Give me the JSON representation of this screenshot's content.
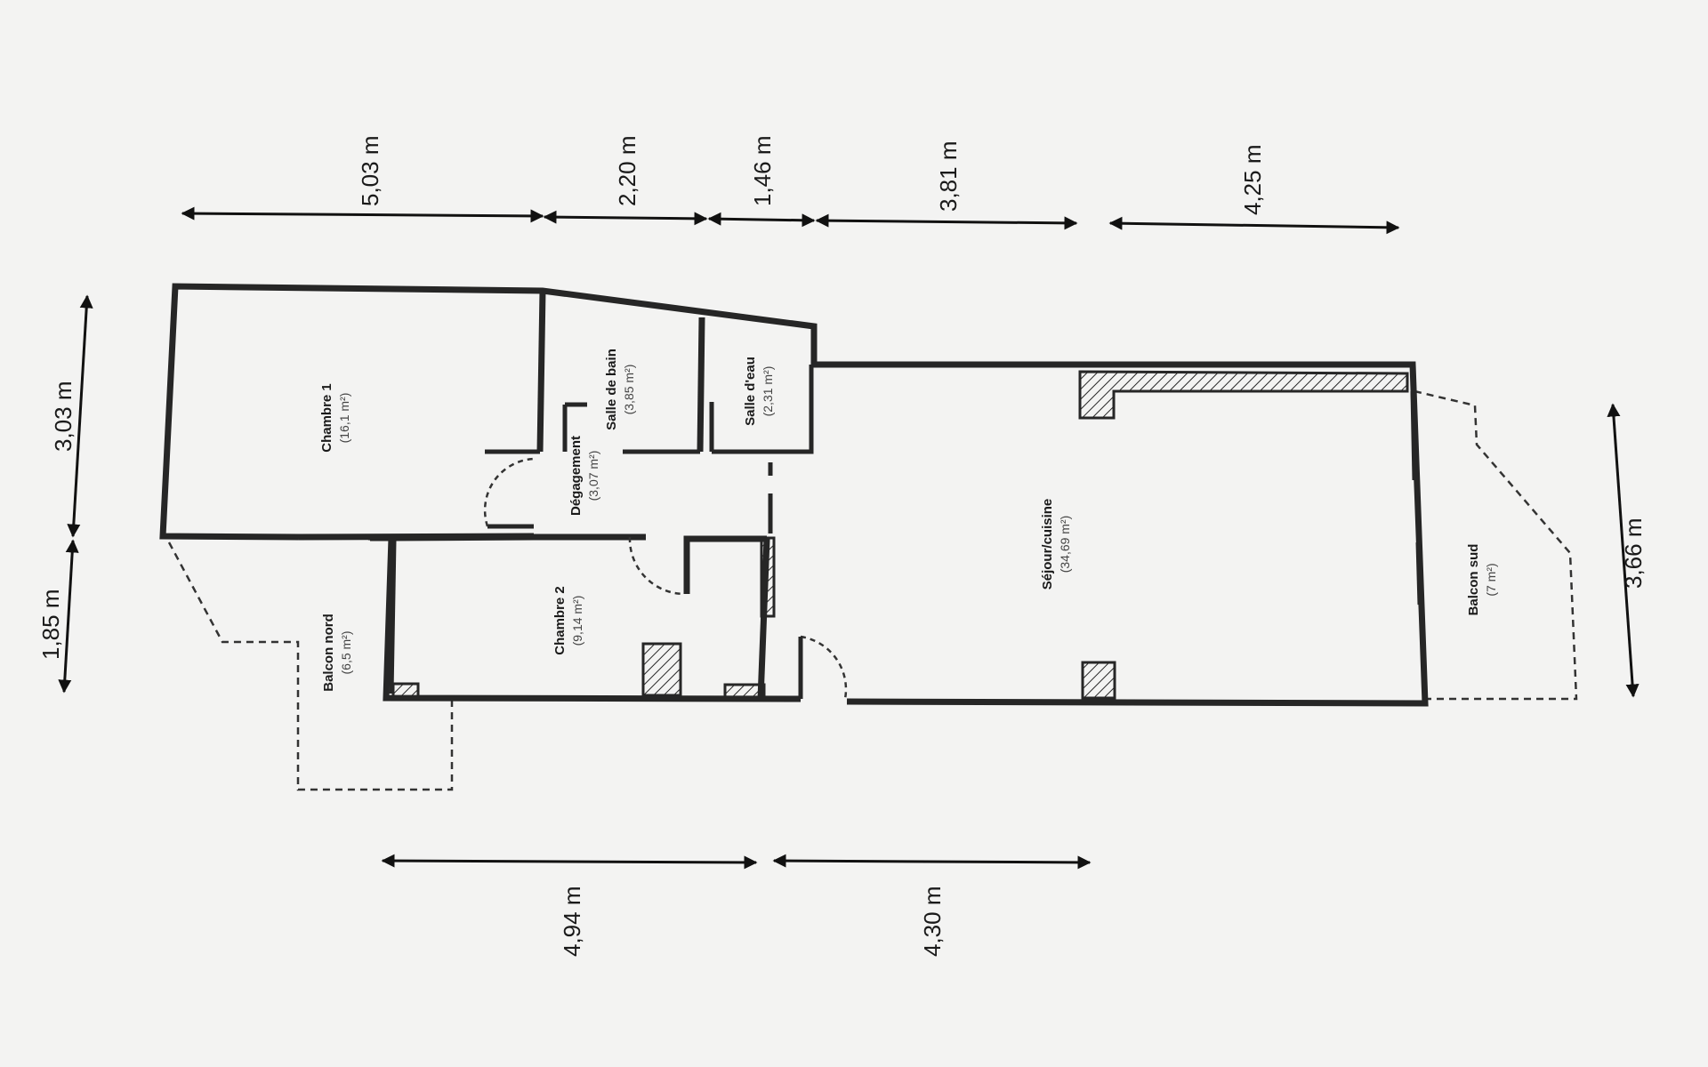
{
  "dimensions": {
    "top": [
      "5,03 m",
      "2,20 m",
      "1,46 m",
      "3,81 m",
      "4,25 m"
    ],
    "left": [
      "3,03 m",
      "1,85 m"
    ],
    "bottom": [
      "4,94 m",
      "4,30 m"
    ],
    "right": [
      "3,66 m"
    ]
  },
  "rooms": [
    {
      "name": "Chambre 1",
      "area": "(16,1 m²)"
    },
    {
      "name": "Salle de bain",
      "area": "(3,85 m²)"
    },
    {
      "name": "Salle d'eau",
      "area": "(2,31 m²)"
    },
    {
      "name": "Dégagement",
      "area": "(3,07 m²)"
    },
    {
      "name": "Chambre 2",
      "area": "(9,14 m²)"
    },
    {
      "name": "Séjour/cuisine",
      "area": "(34,69 m²)"
    },
    {
      "name": "Balcon nord",
      "area": "(6,5 m²)"
    },
    {
      "name": "Balcon sud",
      "area": "(7 m²)"
    }
  ]
}
